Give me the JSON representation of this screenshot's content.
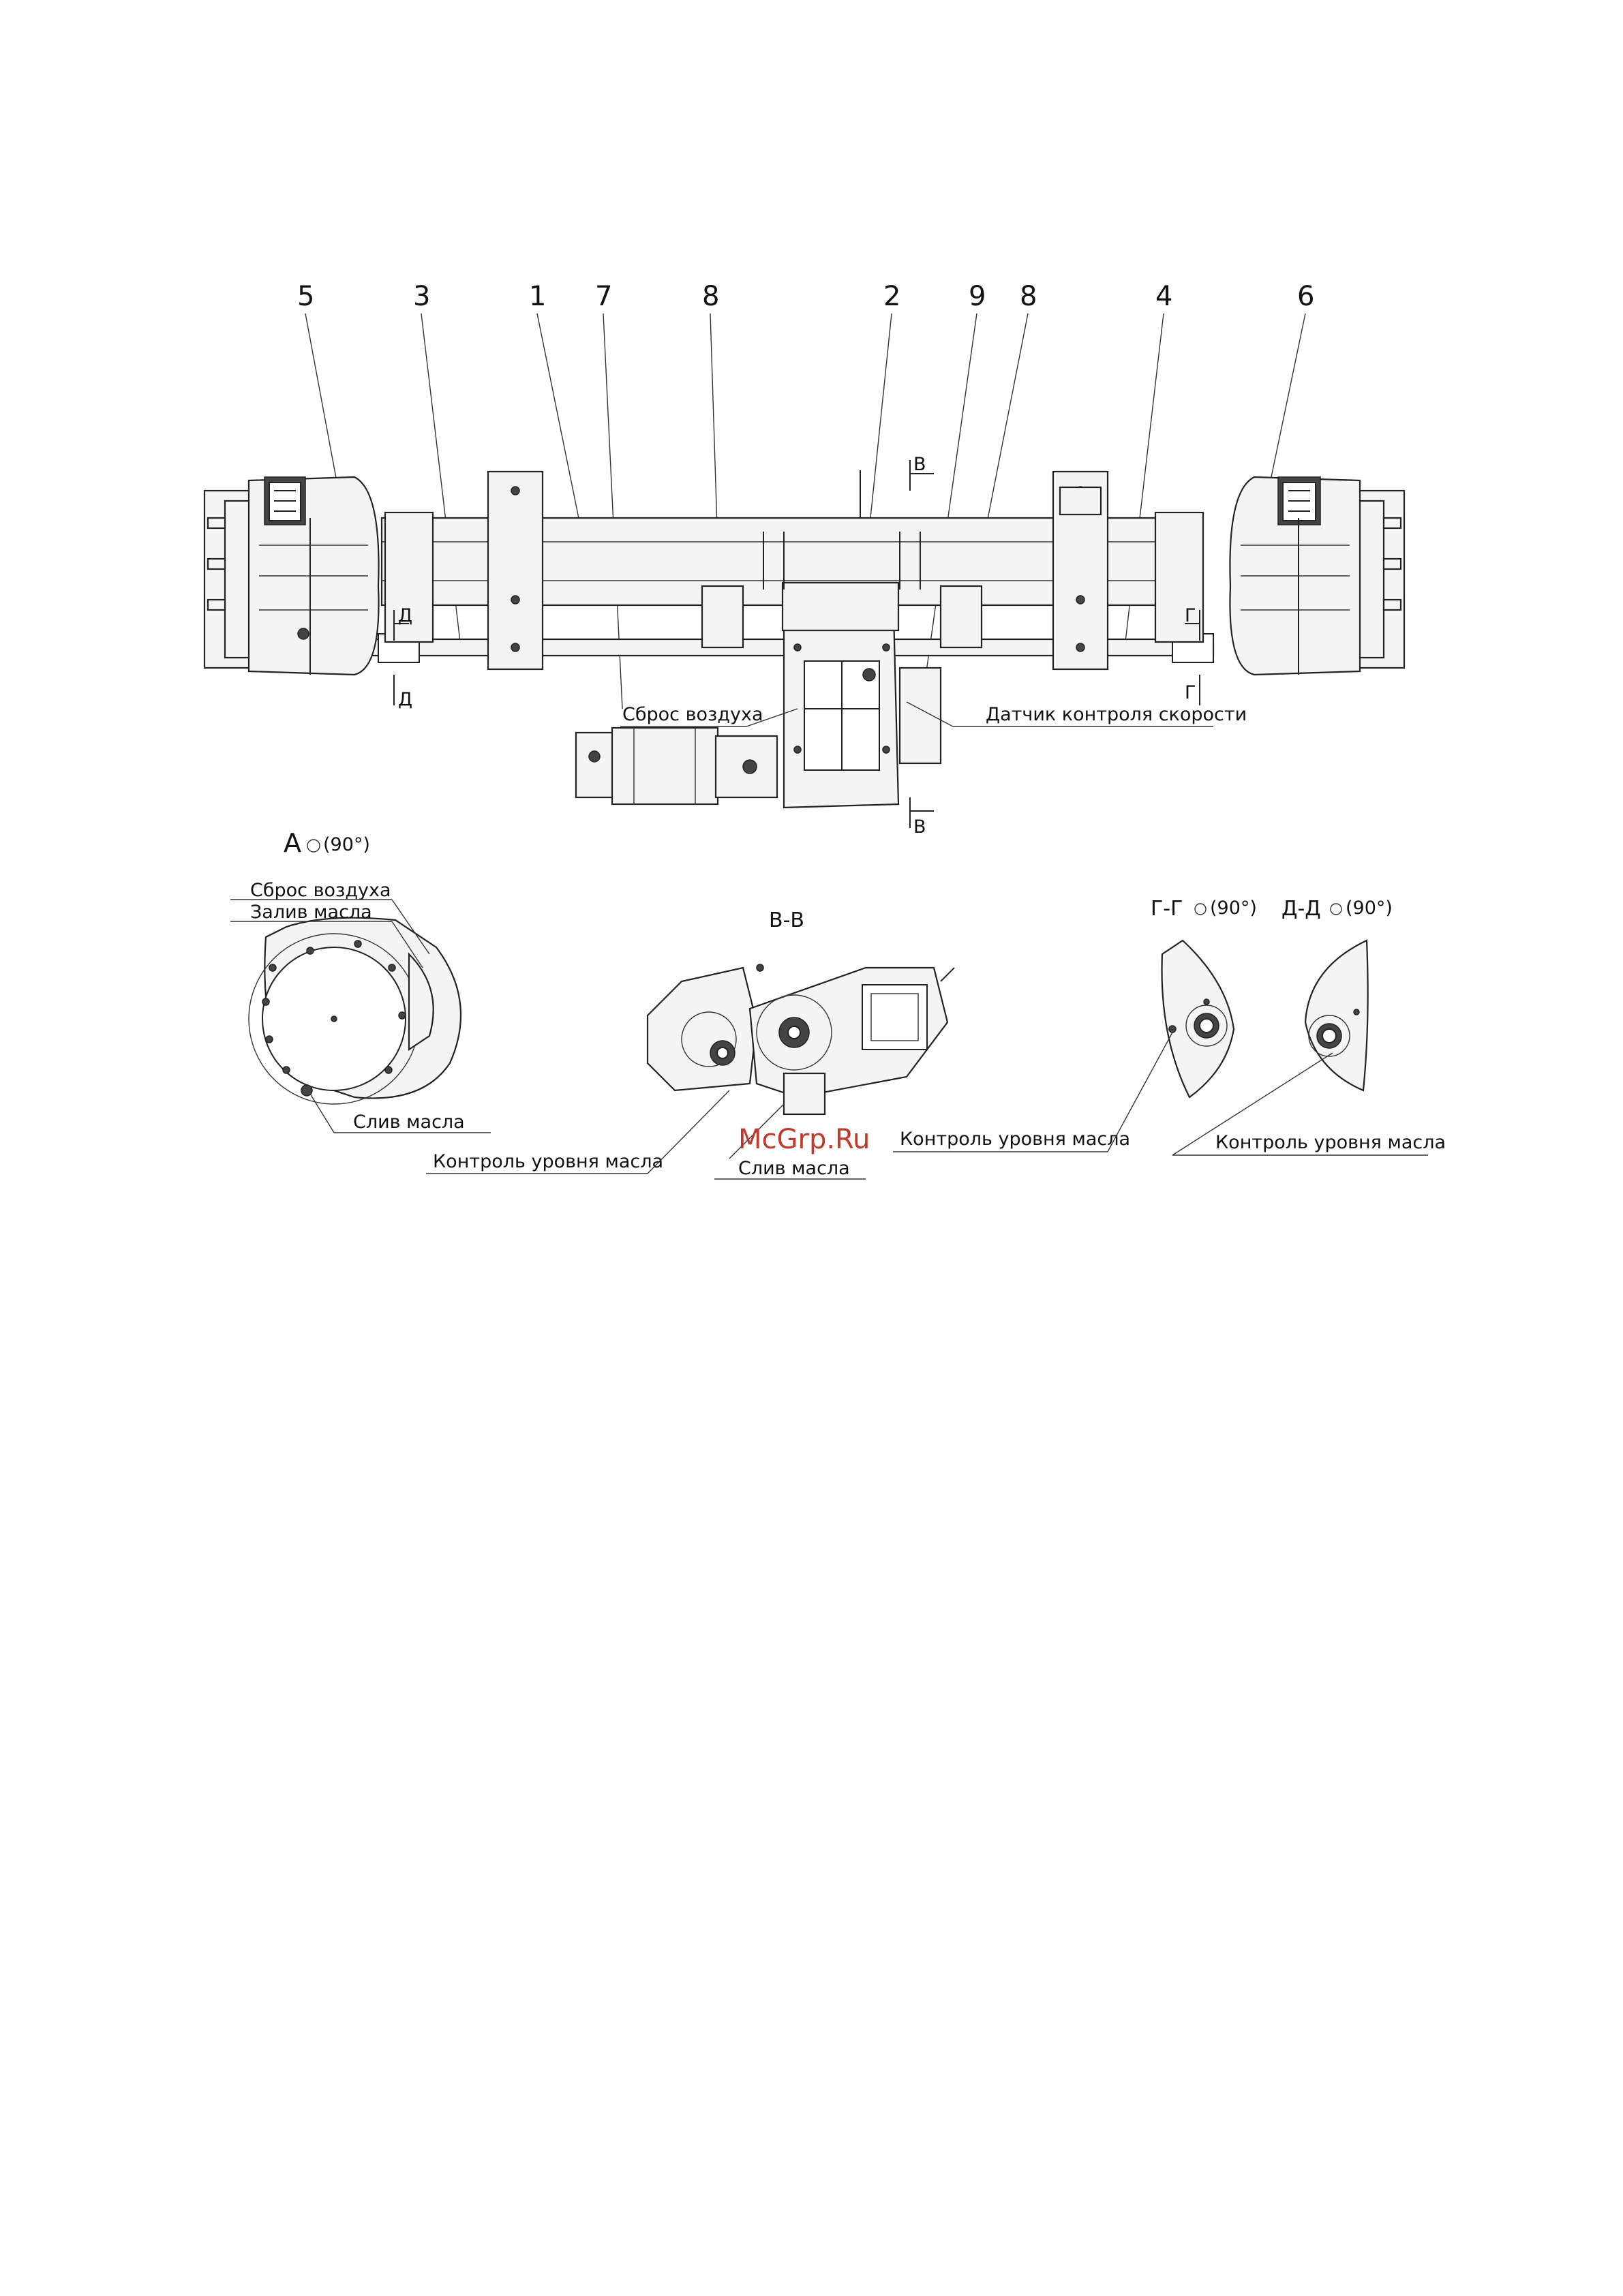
{
  "callouts": [
    "5",
    "3",
    "1",
    "7",
    "8",
    "2",
    "9",
    "8",
    "4",
    "6"
  ],
  "section_marks": {
    "v_top": "В",
    "v_bottom": "В",
    "d_top": "Д",
    "d_bottom": "Д",
    "g_top": "Г",
    "g_bottom": "Г"
  },
  "main_view_labels": {
    "air_release": "Сброс воздуха",
    "speed_sensor": "Датчик контроля скорости"
  },
  "view_a": {
    "title": "А",
    "rotation": "(90°)",
    "air_release": "Сброс воздуха",
    "oil_fill": "Залив масла",
    "oil_drain": "Слив масла"
  },
  "view_vv": {
    "title": "В-В",
    "level_control": "Контроль уровня масла",
    "oil_drain": "Слив масла"
  },
  "view_gg": {
    "title": "Г-Г",
    "rotation": "(90°)",
    "level_control": "Контроль уровня масла"
  },
  "view_dd": {
    "title": "Д-Д",
    "rotation": "(90°)",
    "level_control": "Контроль уровня масла"
  },
  "watermark": "McGrp.Ru",
  "icons": [
    "rotation-arrow-icon"
  ]
}
